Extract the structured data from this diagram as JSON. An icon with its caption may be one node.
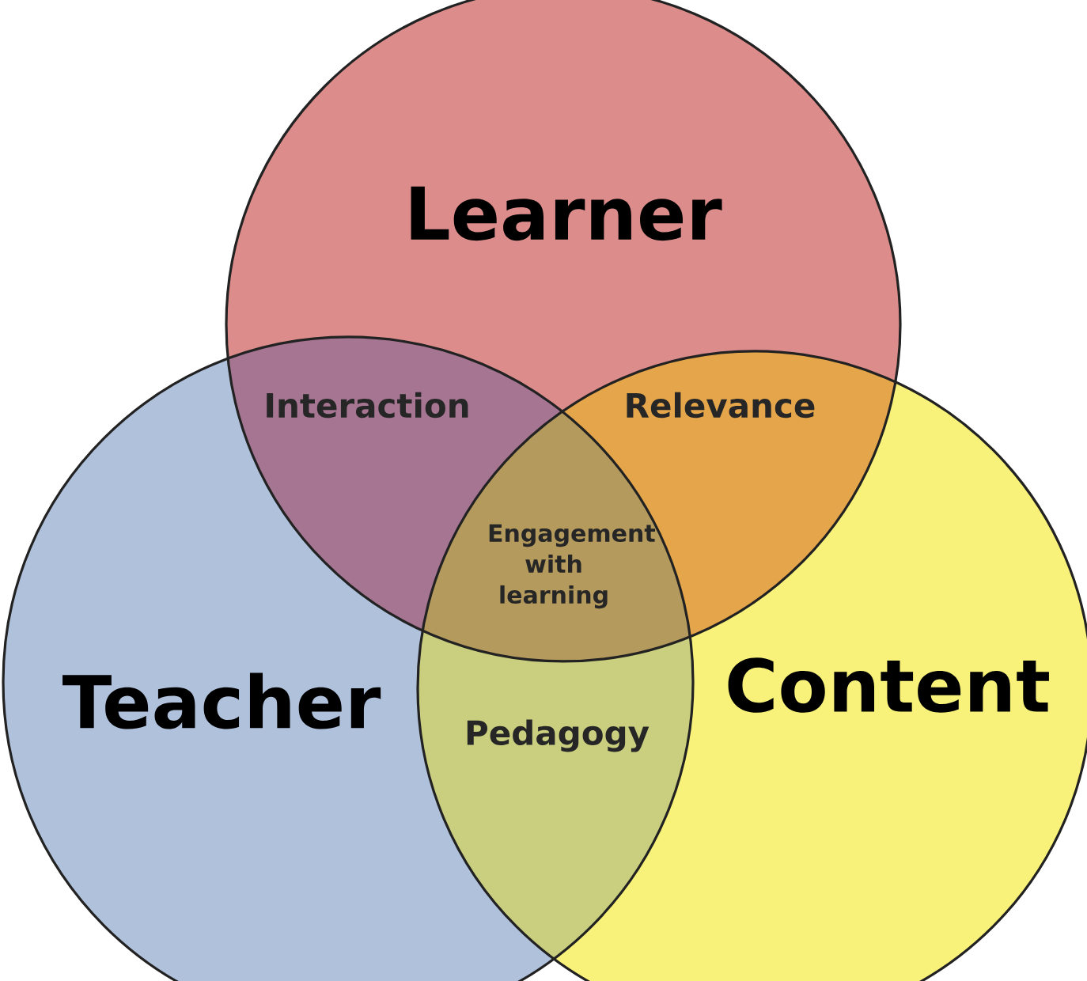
{
  "diagram": {
    "nodes": [
      {
        "text": [
          "Learner"
        ]
      },
      {
        "text": [
          "Teacher"
        ]
      },
      {
        "text": [
          "Content"
        ]
      }
    ],
    "labels": [
      "Interaction",
      "Relevance",
      "Engagement with learning",
      "Pedagogy"
    ]
  }
}
